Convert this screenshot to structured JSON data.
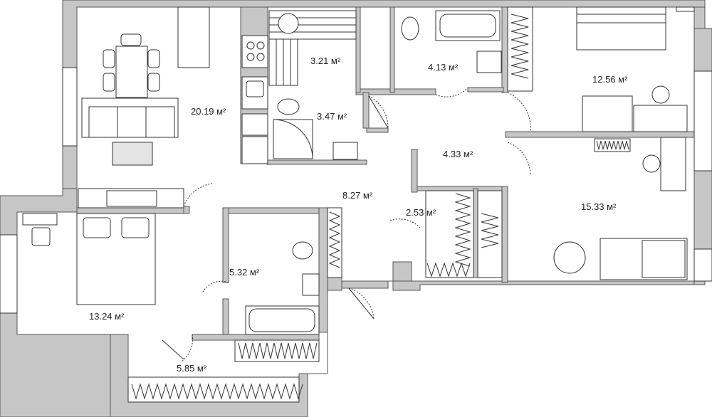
{
  "rooms": [
    {
      "id": "living",
      "area": "20.19 м²"
    },
    {
      "id": "sauna",
      "area": "3.21 м²"
    },
    {
      "id": "shower-room",
      "area": "3.47 м²"
    },
    {
      "id": "bathroom-top",
      "area": "4.13 м²"
    },
    {
      "id": "bedroom-top-right",
      "area": "12.56 м²"
    },
    {
      "id": "hall-upper",
      "area": "4.33 м²"
    },
    {
      "id": "corridor",
      "area": "8.27 м²"
    },
    {
      "id": "closet",
      "area": "2.53 м²"
    },
    {
      "id": "bedroom-right",
      "area": "15.33 м²"
    },
    {
      "id": "bathroom-middle",
      "area": "5.32 м²"
    },
    {
      "id": "bedroom-left",
      "area": "13.24 м²"
    },
    {
      "id": "dressing-room",
      "area": "5.85 м²"
    }
  ]
}
